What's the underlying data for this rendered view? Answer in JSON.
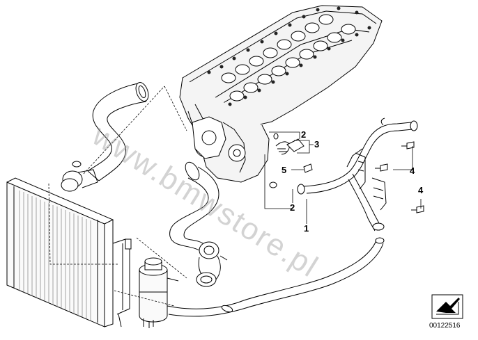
{
  "diagram": {
    "callouts": {
      "c1": "1",
      "c2a": "2",
      "c2b": "2",
      "c3": "3",
      "c4a": "4",
      "c4b": "4",
      "c5": "5"
    },
    "watermark": "www.bmwstore.pl",
    "diagram_id": "00122516",
    "nav_icon": "arrow-nav-icon"
  }
}
